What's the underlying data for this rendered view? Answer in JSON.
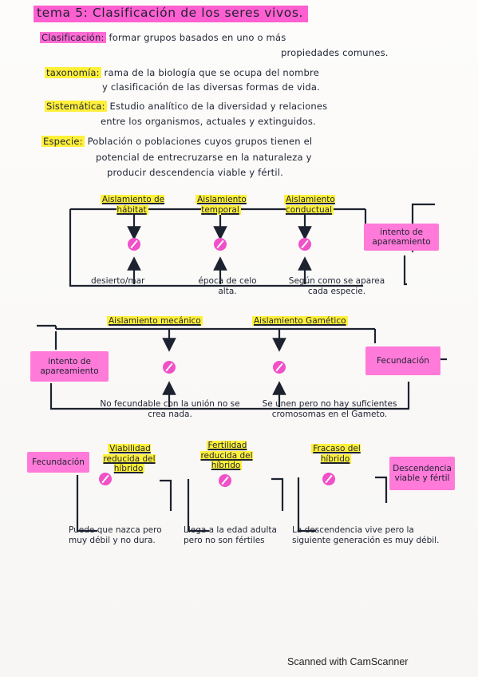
{
  "title": "tema 5: Clasificación de los seres vivos.",
  "definitions": [
    {
      "term": "Clasificación:",
      "line1": "formar grupos basados en uno o más",
      "line2": "propiedades comunes."
    },
    {
      "term": "taxonomía:",
      "line1": "rama de la biología que se ocupa del nombre",
      "line2": "y clasificación de las diversas formas de vida."
    },
    {
      "term": "Sistemática:",
      "line1": "Estudio analítico de la diversidad y relaciones",
      "line2": "entre los organismos, actuales y extinguidos."
    },
    {
      "term": "Especie:",
      "line1": "Población o poblaciones cuyos grupos tienen el",
      "line2": "potencial de entrecruzarse en la naturaleza y",
      "line3": "producir descendencia viable y fértil."
    }
  ],
  "diagram1": {
    "barriers": [
      "Aislamiento de hábitat",
      "Aislamiento temporal",
      "Aislamiento conductual"
    ],
    "box": "intento de apareamiento",
    "examples": [
      "desierto/mar",
      "época de celo alta.",
      "Según como se aparea cada especie."
    ]
  },
  "diagram2": {
    "barriers": [
      "Aislamiento mecánico",
      "Aislamiento Gamético"
    ],
    "box_left": "intento de apareamiento",
    "box_right": "Fecundación",
    "examples": [
      "No fecundable con la unión no se crea nada.",
      "Se unen pero no hay suficientes cromosomas en el Gameto."
    ]
  },
  "diagram3": {
    "box_left": "Fecundación",
    "barriers": [
      "Viabilidad reducida del híbrido",
      "Fertilidad reducida del híbrido",
      "Fracaso del híbrido"
    ],
    "box_right": "Descendencia viable y fértil",
    "examples": [
      "Puede que nazca pero muy débil y no dura.",
      "Llega a la edad adulta pero no son fértiles",
      "La descendencia vive pero la siguiente generación es muy débil."
    ]
  },
  "footer": "Scanned with CamScanner",
  "colors": {
    "pink": "#ff6bd4",
    "yellow": "#fff03a",
    "dot": "#f050c8",
    "ink": "#1d2230"
  }
}
